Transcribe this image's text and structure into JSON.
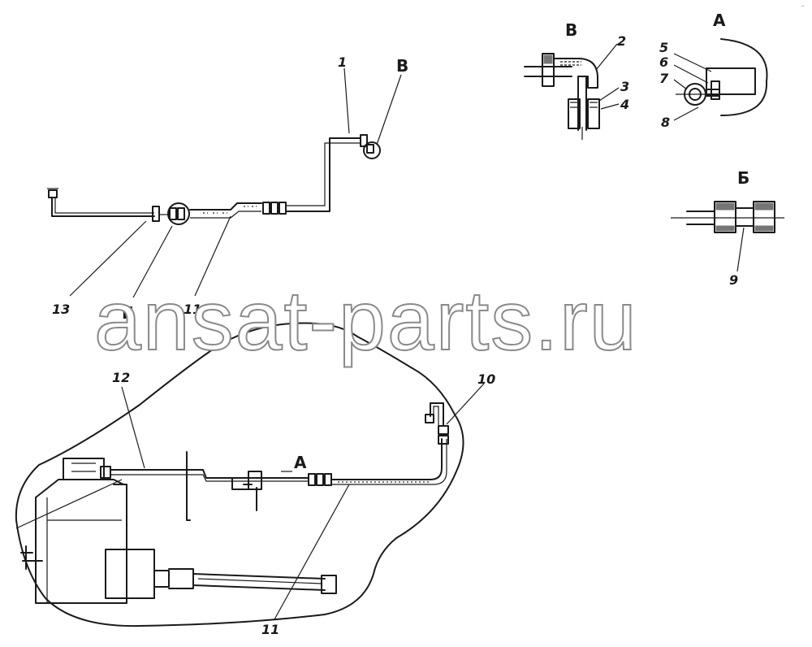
{
  "watermark": "ansat-parts.ru",
  "corner_mark": "–",
  "views": {
    "b_title": "В",
    "a_title": "А",
    "be_title": "Б"
  },
  "callouts": {
    "c1": "1",
    "c2": "2",
    "c3": "3",
    "c4": "4",
    "c5": "5",
    "c6": "6",
    "c7": "7",
    "c8": "8",
    "c9": "9",
    "c10": "10",
    "c11_top": "11",
    "c11_bottom": "11",
    "c12": "12",
    "c13": "13"
  },
  "view_refs": {
    "ref_b": "В",
    "ref_be": "Б",
    "ref_a": "А"
  }
}
